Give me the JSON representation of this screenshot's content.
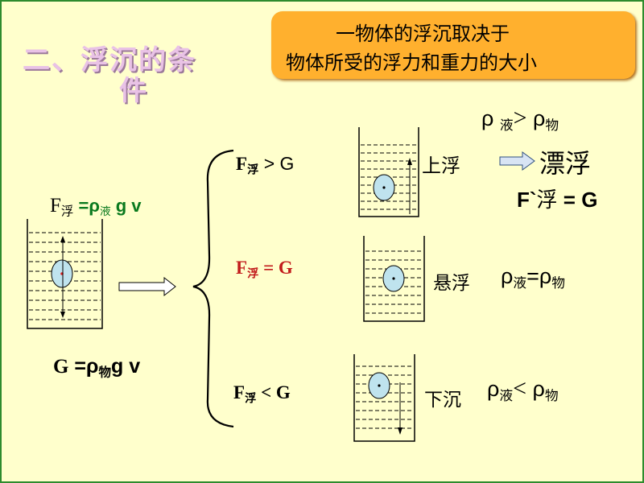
{
  "title": {
    "line1": "二、浮沉的条",
    "line2": "件"
  },
  "banner": {
    "line1": "一物体的浮沉取决于",
    "line2": "物体所受的浮力和重力的大小"
  },
  "left": {
    "buoyancy": {
      "F": "F",
      "F_sub": "浮",
      "eq": " =ρ",
      "liq_sub": "液",
      "rest": " g v"
    },
    "gravity": {
      "G": "G",
      "eq": " =ρ",
      "obj_sub": "物",
      "rest": "g v"
    }
  },
  "cases": [
    {
      "F": "F",
      "sub": "浮",
      "op": " > G",
      "state": "上浮"
    },
    {
      "F": "F",
      "sub": "浮",
      "op": " = G",
      "state": "悬浮"
    },
    {
      "F": "F",
      "sub": "浮",
      "op": " < G",
      "state": "下沉"
    }
  ],
  "rho_float": {
    "rho1": "ρ ",
    "sub1": "液",
    "op": ">",
    "rho2": " ρ",
    "sub2": "物"
  },
  "floating": {
    "label": "漂浮",
    "eq_F": "F`",
    "eq_sub": "浮",
    "eq_rest": " = G"
  },
  "rho_suspend": {
    "rho1": "ρ",
    "sub1": "液",
    "op": "=",
    "rho2": "ρ",
    "sub2": "物"
  },
  "rho_sink": {
    "rho1": "ρ",
    "sub1": "液",
    "op": "<",
    "rho2": " ρ",
    "sub2": "物"
  },
  "colors": {
    "background": "#ffffcc",
    "banner": "#ffb02e",
    "title": "#e9c2e6",
    "ball": "#bfe3ee",
    "ball_dot_left": "#e02020",
    "green": "#0a7a1e",
    "red": "#c21c1c",
    "border": "#2e8b2e"
  }
}
